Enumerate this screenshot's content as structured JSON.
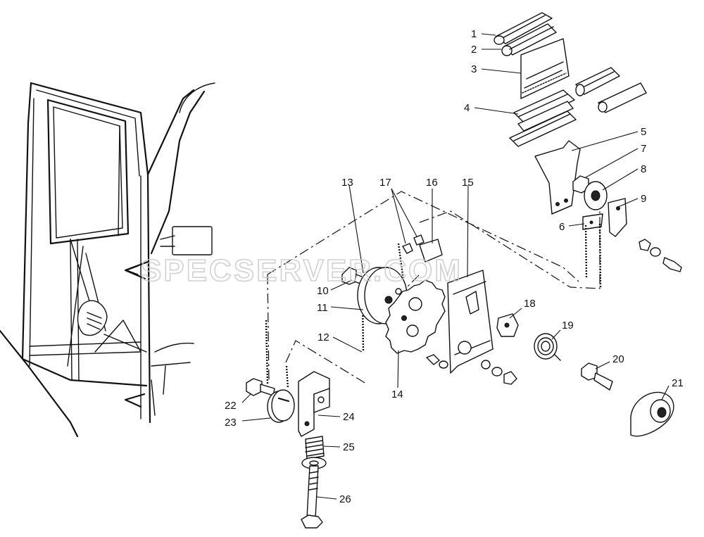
{
  "watermark": "SPECSERVER.COM",
  "callouts": [
    {
      "id": "c1",
      "text": "1"
    },
    {
      "id": "c2",
      "text": "2"
    },
    {
      "id": "c3",
      "text": "3"
    },
    {
      "id": "c4",
      "text": "4"
    },
    {
      "id": "c5",
      "text": "5"
    },
    {
      "id": "c6",
      "text": "6"
    },
    {
      "id": "c7",
      "text": "7"
    },
    {
      "id": "c8",
      "text": "8"
    },
    {
      "id": "c9",
      "text": "9"
    },
    {
      "id": "c10",
      "text": "10"
    },
    {
      "id": "c11",
      "text": "11"
    },
    {
      "id": "c12",
      "text": "12"
    },
    {
      "id": "c13",
      "text": "13"
    },
    {
      "id": "c14",
      "text": "14"
    },
    {
      "id": "c15",
      "text": "15"
    },
    {
      "id": "c16",
      "text": "16"
    },
    {
      "id": "c17",
      "text": "17"
    },
    {
      "id": "c18",
      "text": "18"
    },
    {
      "id": "c19",
      "text": "19"
    },
    {
      "id": "c20",
      "text": "20"
    },
    {
      "id": "c21",
      "text": "21"
    },
    {
      "id": "c22",
      "text": "22"
    },
    {
      "id": "c23",
      "text": "23"
    },
    {
      "id": "c24",
      "text": "24"
    },
    {
      "id": "c25",
      "text": "25"
    },
    {
      "id": "c26",
      "text": "26"
    }
  ]
}
